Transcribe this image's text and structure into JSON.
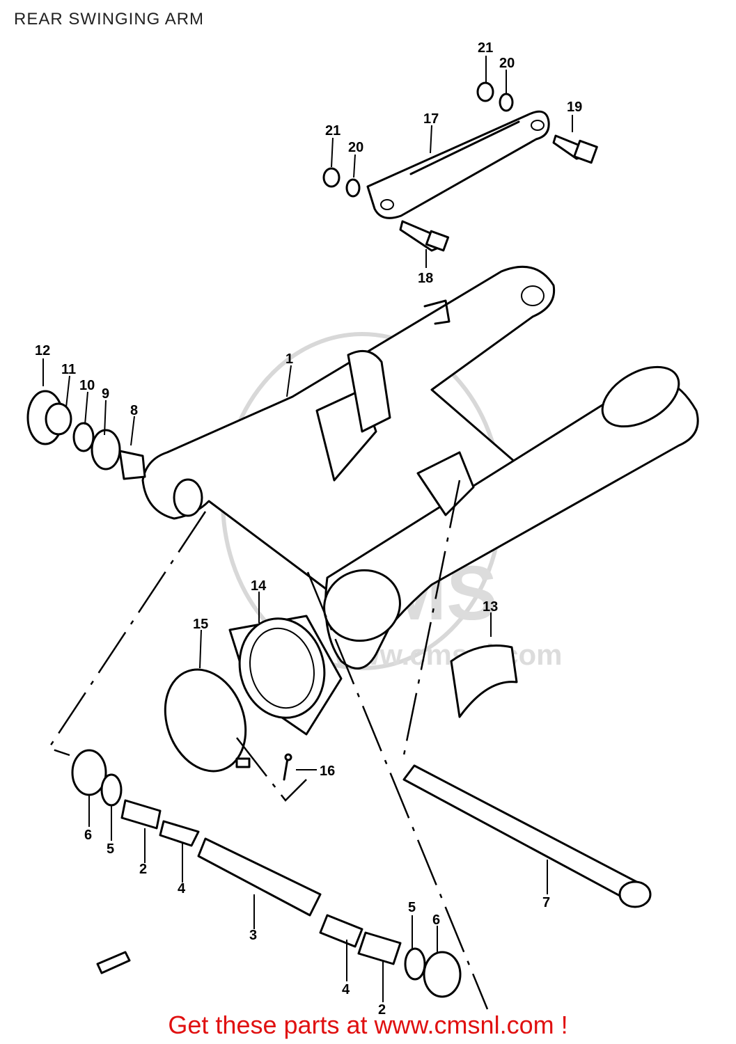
{
  "page": {
    "title": "REAR SWINGING ARM",
    "footer": "Get these parts at www.cmsnl.com !"
  },
  "watermark": {
    "logo": "CMS",
    "url": "www.cmsnl.com"
  },
  "callouts": [
    {
      "id": "1",
      "label": "1"
    },
    {
      "id": "2a",
      "label": "2"
    },
    {
      "id": "2b",
      "label": "2"
    },
    {
      "id": "3",
      "label": "3"
    },
    {
      "id": "4a",
      "label": "4"
    },
    {
      "id": "4b",
      "label": "4"
    },
    {
      "id": "5a",
      "label": "5"
    },
    {
      "id": "5b",
      "label": "5"
    },
    {
      "id": "6a",
      "label": "6"
    },
    {
      "id": "6b",
      "label": "6"
    },
    {
      "id": "7",
      "label": "7"
    },
    {
      "id": "8",
      "label": "8"
    },
    {
      "id": "9",
      "label": "9"
    },
    {
      "id": "10",
      "label": "10"
    },
    {
      "id": "11",
      "label": "11"
    },
    {
      "id": "12",
      "label": "12"
    },
    {
      "id": "13",
      "label": "13"
    },
    {
      "id": "14",
      "label": "14"
    },
    {
      "id": "15",
      "label": "15"
    },
    {
      "id": "16",
      "label": "16"
    },
    {
      "id": "17",
      "label": "17"
    },
    {
      "id": "18",
      "label": "18"
    },
    {
      "id": "19",
      "label": "19"
    },
    {
      "id": "20a",
      "label": "20"
    },
    {
      "id": "20b",
      "label": "20"
    },
    {
      "id": "21a",
      "label": "21"
    },
    {
      "id": "21b",
      "label": "21"
    }
  ]
}
